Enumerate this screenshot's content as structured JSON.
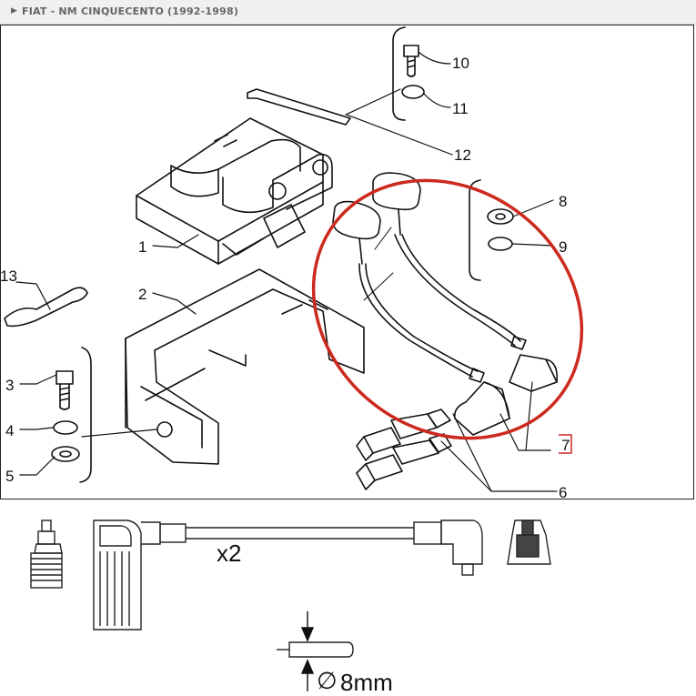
{
  "header": {
    "title": "FIAT - NM CINQUECENTO (1992-1998)",
    "arrow_icon": "triangle-right-icon"
  },
  "diagram": {
    "callouts": [
      "10",
      "11",
      "12",
      "8",
      "9",
      "1",
      "2",
      "13",
      "3",
      "4",
      "5",
      "6",
      "7"
    ],
    "highlight_color": "#cc2a1e"
  },
  "product": {
    "quantity": "x2",
    "diameter": "8mm",
    "diameter_symbol": "∅"
  }
}
